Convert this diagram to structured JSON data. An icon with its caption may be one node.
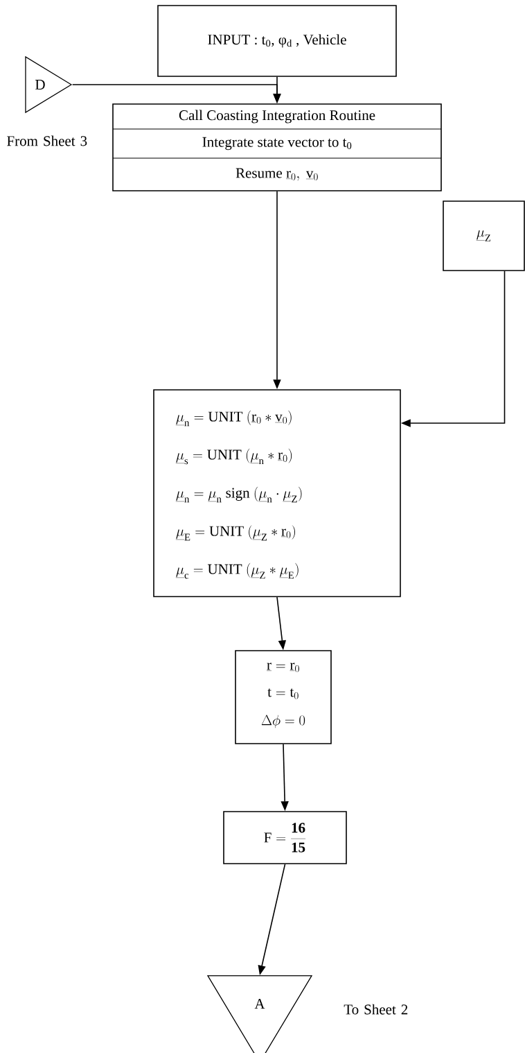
{
  "diagram": {
    "nodes": [
      {
        "text": [
          "INPUT : t$_{0}$, φ$_{d}$ , Vehicle"
        ]
      },
      {
        "text": [
          "D"
        ],
        "beside": [
          "From Sheet 3"
        ]
      },
      {
        "text": [
          "Call Coasting Integration Routine",
          "Integrate state vector to t$_{0}$",
          "\\mathrm{Resume}\\ \\underline{\\mathrm{r}}_{0},\\ \\underline{\\mathrm{v}}_{0}"
        ]
      },
      {
        "text": [
          "\\underline{\\mu}_{\\mathrm{Z}}"
        ]
      },
      {
        "text": [
          "\\underline{\\mu}_{\\mathrm{n}} = \\mathrm{UNIT}\\ (\\underline{\\mathrm{r}}_{0} * \\underline{\\mathrm{v}}_{0})",
          "\\underline{\\mu}_{\\mathrm{s}} = \\mathrm{UNIT}\\ (\\underline{\\mu}_{\\mathrm{n}} * \\underline{\\mathrm{r}}_{0})",
          "\\underline{\\mu}_{\\mathrm{n}} = \\underline{\\mu}_{\\mathrm{n}}\\ \\mathrm{sign}\\ (\\underline{\\mu}_{\\mathrm{n}} \\cdot \\underline{\\mu}_{\\mathrm{Z}})",
          "\\underline{\\mu}_{\\mathrm{E}} = \\mathrm{UNIT}\\ (\\underline{\\mu}_{\\mathrm{Z}} * \\underline{\\mathrm{r}}_{0})",
          "\\underline{\\mu}_{\\mathrm{c}} = \\mathrm{UNIT}\\ (\\underline{\\mu}_{\\mathrm{Z}} * \\underline{\\mu}_{\\mathrm{E}})"
        ]
      },
      {
        "text": [
          "\\underline{\\mathrm{r}} = \\underline{\\mathrm{r}}_{0}",
          "\\mathrm{t} = \\mathrm{t}_{0}",
          "\\Delta\\phi = 0"
        ]
      },
      {
        "text": [
          "\\mathrm{F} = \\frac{\\mathbf{16}}{\\mathbf{15}}"
        ]
      },
      {
        "text": [
          "A"
        ],
        "beside": [
          "To Sheet 2"
        ]
      }
    ],
    "edges": [
      {
        "from": 0,
        "to": 2,
        "arrow": "to"
      },
      {
        "from": 1,
        "to": 2,
        "arrow": "to"
      },
      {
        "from": 2,
        "to": 4,
        "arrow": "to"
      },
      {
        "from": 3,
        "to": 4,
        "arrow": "to"
      },
      {
        "from": 4,
        "to": 5,
        "arrow": "to"
      },
      {
        "from": 5,
        "to": 6,
        "arrow": "to"
      },
      {
        "from": 6,
        "to": 7,
        "arrow": "to"
      }
    ]
  }
}
